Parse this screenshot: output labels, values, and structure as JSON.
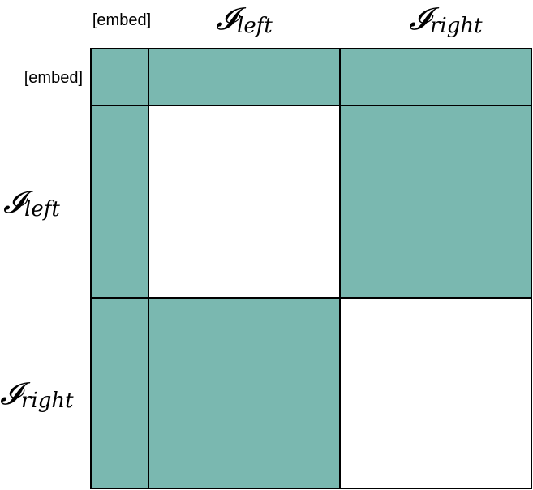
{
  "colors": {
    "masked": "#7ab8b0",
    "unmasked": "#ffffff",
    "grid_line": "#000000"
  },
  "labels": {
    "embed": "[embed]",
    "symbol": "𝓘",
    "left": "left",
    "right": "right"
  },
  "matrix": {
    "rows": [
      "embed",
      "left",
      "right"
    ],
    "cols": [
      "embed",
      "left",
      "right"
    ],
    "cells": [
      [
        "masked",
        "masked",
        "masked"
      ],
      [
        "masked",
        "unmasked",
        "masked"
      ],
      [
        "masked",
        "masked",
        "unmasked"
      ]
    ]
  }
}
